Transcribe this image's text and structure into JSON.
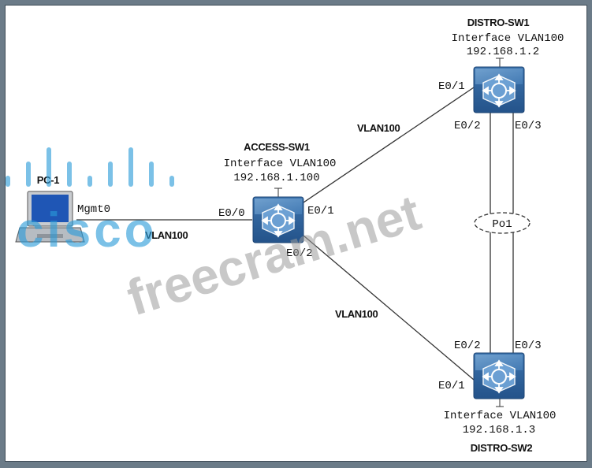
{
  "devices": {
    "pc": {
      "name": "PC-1",
      "port": "Mgmt0"
    },
    "access": {
      "name": "ACCESS-SW1",
      "interface": "Interface VLAN100",
      "ip": "192.168.1.100",
      "ports": [
        "E0/0",
        "E0/1",
        "E0/2"
      ]
    },
    "distro1": {
      "name": "DISTRO-SW1",
      "interface": "Interface VLAN100",
      "ip": "192.168.1.2",
      "ports": [
        "E0/1",
        "E0/2",
        "E0/3"
      ]
    },
    "distro2": {
      "name": "DISTRO-SW2",
      "interface": "Interface VLAN100",
      "ip": "192.168.1.3",
      "ports": [
        "E0/2",
        "E0/3",
        "E0/1"
      ]
    }
  },
  "links": {
    "pc_access": "VLAN100",
    "access_distro1": "VLAN100",
    "access_distro2": "VLAN100",
    "port_channel": "Po1"
  },
  "watermark": {
    "cisco": "cisco",
    "site": "freecram.net"
  },
  "colors": {
    "switch": "#3f78b5",
    "cisco_watermark": "#2a9bd8",
    "border": "#6b7b88"
  }
}
